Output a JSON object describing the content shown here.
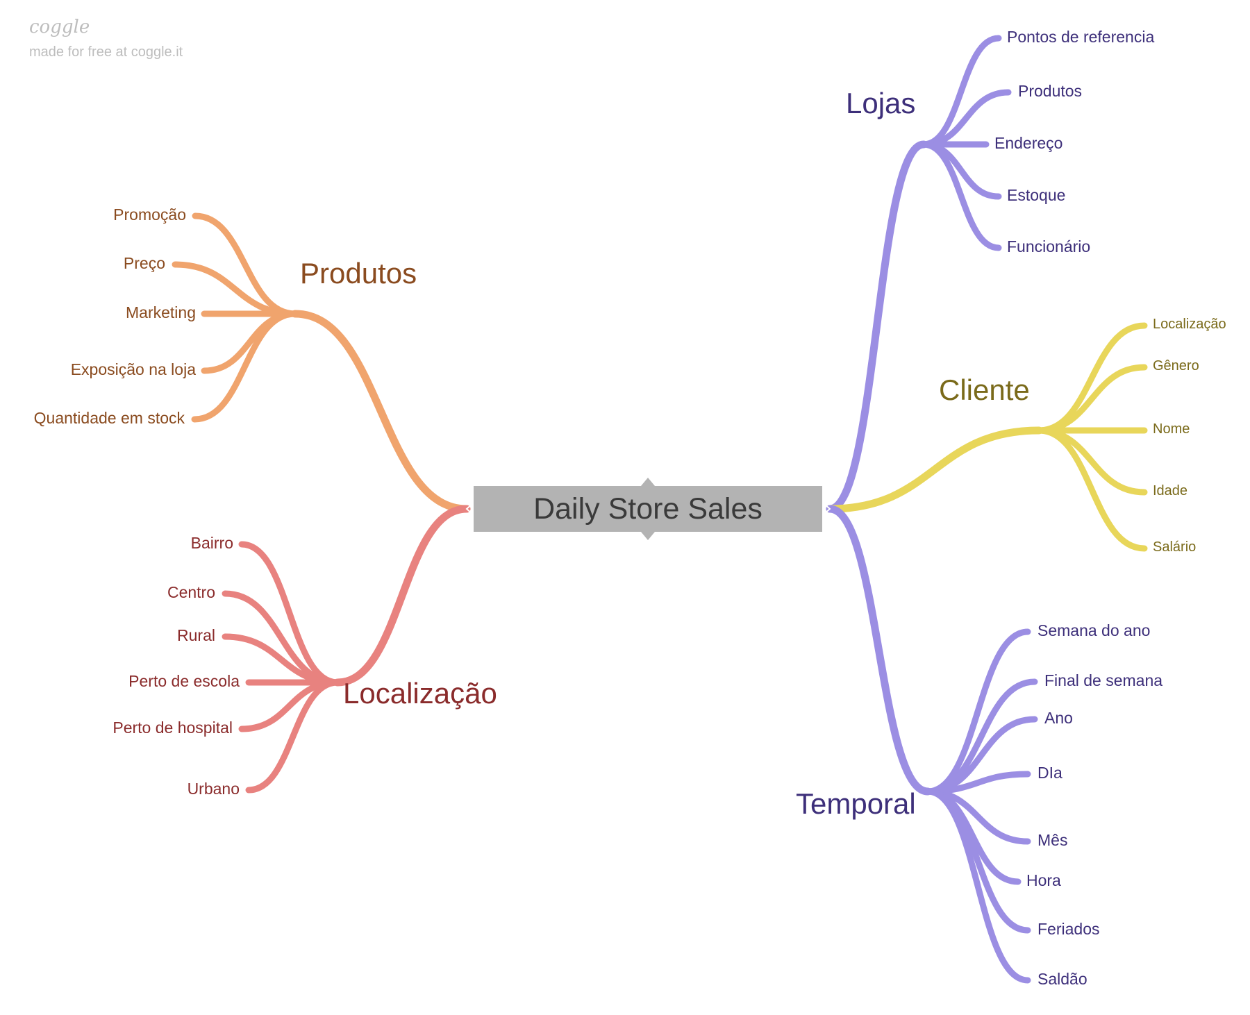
{
  "watermark": {
    "logo": "coggle",
    "text": "made for free at coggle.it"
  },
  "center": {
    "label": "Daily Store Sales"
  },
  "branches": [
    {
      "key": "produtos",
      "label": "Produtos",
      "color": "#f0a46d",
      "text_color": "#8a4b1f",
      "children": [
        "Promoção",
        "Preço",
        "Marketing",
        "Exposição na loja",
        "Quantidade em stock"
      ]
    },
    {
      "key": "localizacao",
      "label": "Localização",
      "color": "#e8827f",
      "text_color": "#8a2b2b",
      "children": [
        "Bairro",
        "Centro",
        "Rural",
        "Perto de escola",
        "Perto de hospital",
        "Urbano"
      ]
    },
    {
      "key": "lojas",
      "label": "Lojas",
      "color": "#9b8ee3",
      "text_color": "#3d2f7a",
      "children": [
        "Pontos de referencia",
        "Produtos",
        "Endereço",
        "Estoque",
        "Funcionário"
      ]
    },
    {
      "key": "cliente",
      "label": "Cliente",
      "color": "#e8d65a",
      "text_color": "#7a6a1a",
      "children": [
        "Localização",
        "Gênero",
        "Nome",
        "Idade",
        "Salário"
      ]
    },
    {
      "key": "temporal",
      "label": "Temporal",
      "color": "#9b8ee3",
      "text_color": "#3d2f7a",
      "children": [
        "Semana do ano",
        "Final de semana",
        "Ano",
        "DIa",
        "Mês",
        "Hora",
        "Feriados",
        "Saldão"
      ]
    }
  ]
}
